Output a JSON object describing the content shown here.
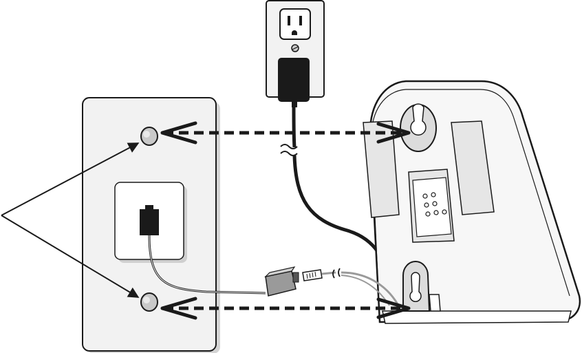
{
  "diagram": {
    "description_labels": [],
    "colors": {
      "outline": "#1a1a1a",
      "plate_fill": "#f2f2f2",
      "plate_shadow": "#d4d4d4",
      "base_fill": "#f7f7f7",
      "recess_fill": "#e6e6e6",
      "plug_fill": "#1a1a1a",
      "screw_head": "#c9c9c9",
      "cord_line": "#555555",
      "grey_cord": "#9a9a9a"
    },
    "icons": {
      "power_outlet": "power-outlet-icon",
      "power_adapter": "power-adapter-icon",
      "telephone_jack": "telephone-jack-icon",
      "mounting_screw": "mounting-screw-icon",
      "keyhole_slot": "keyhole-slot-icon",
      "line_filter": "dsl-filter-icon",
      "phone_base": "telephone-base-icon"
    },
    "connections": [
      "upper-screw-to-upper-keyhole",
      "lower-screw-to-lower-keyhole",
      "adapter-cord-to-base-power-jack",
      "wall-jack-cord-through-filter-to-base-line-jack"
    ]
  }
}
